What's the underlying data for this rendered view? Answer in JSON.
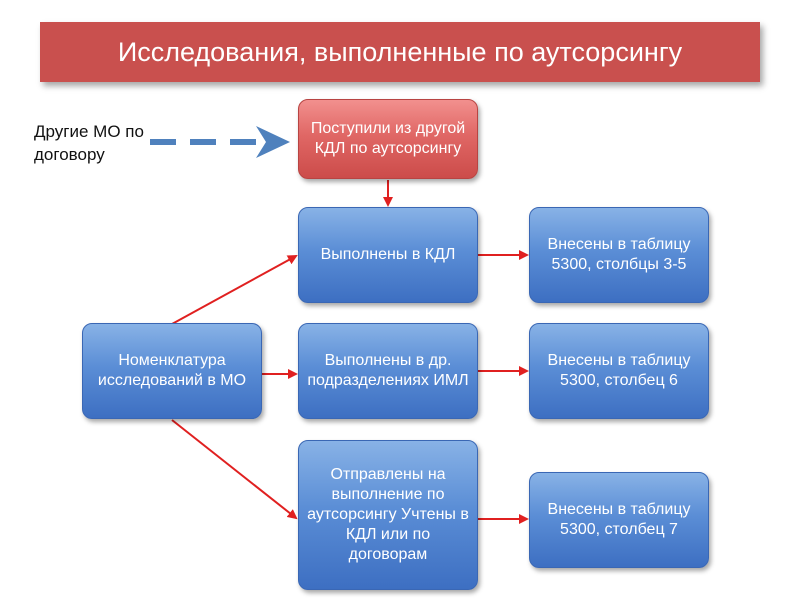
{
  "title": "Исследования, выполненные по аутсорсингу",
  "side_note": "Другие МО по договору",
  "boxes": {
    "received": "Поступили из другой КДЛ по аутсорсингу",
    "done_kdl": "Выполнены в КДЛ",
    "done_other": "Выполнены в др. подразделениях ИМЛ",
    "sent_out": "Отправлены на выполнение по аутсорсингу Учтены в КДЛ или по договорам",
    "nomenclature": "Номенклатура исследований в МО",
    "table_3_5": "Внесены в таблицу 5300, столбцы 3-5",
    "table_6": "Внесены в таблицу 5300, столбец 6",
    "table_7": "Внесены в таблицу 5300, столбец 7"
  },
  "colors": {
    "title_bg": "#c9504e",
    "box_blue": "#5b8ed6",
    "box_red": "#e06765",
    "arrow_red": "#e02020",
    "dashed_arrow": "#4f81bd"
  }
}
